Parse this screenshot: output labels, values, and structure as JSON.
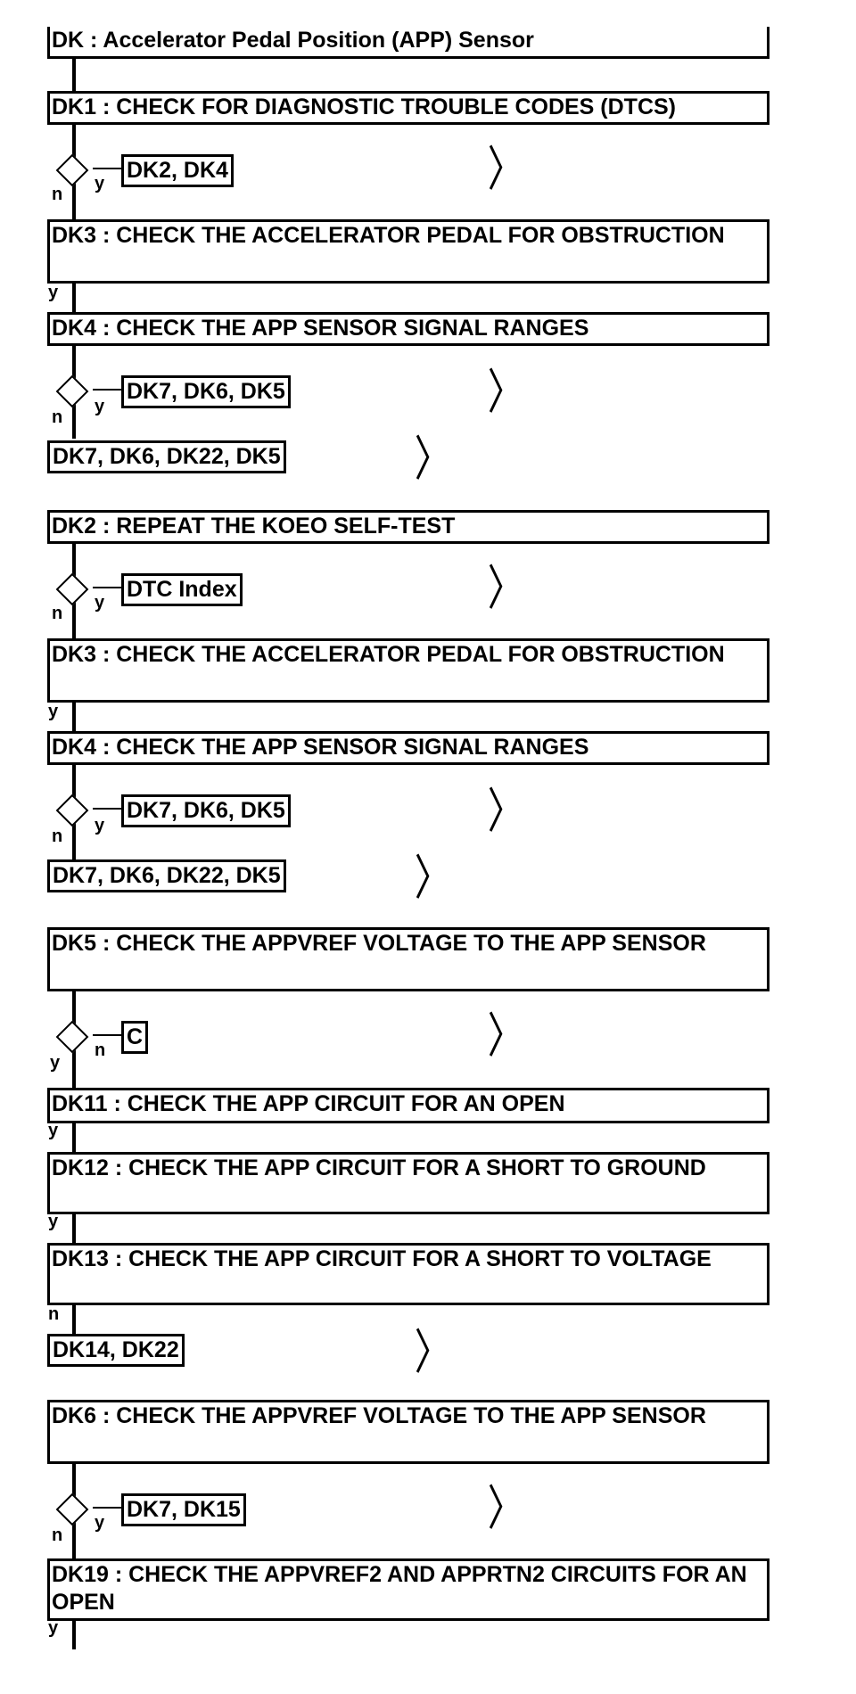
{
  "flowchart": {
    "title": "DK : Accelerator Pedal Position (APP) Sensor",
    "sections": [
      {
        "steps": [
          "DK1 : CHECK FOR DIAGNOSTIC TROUBLE CODES (DTCS)",
          "DK3 : CHECK THE ACCELERATOR PEDAL FOR OBSTRUCTION",
          "DK4 : CHECK THE APP SENSOR SIGNAL RANGES"
        ],
        "decisions": [
          {
            "branch": "y",
            "other": "n",
            "target": "DK2, DK4"
          },
          {
            "branch": "y",
            "other": "n",
            "target": "DK7, DK6, DK5"
          }
        ],
        "edge_labels": [
          "y"
        ],
        "final_target": "DK7, DK6, DK22, DK5"
      },
      {
        "steps": [
          "DK2 : REPEAT THE KOEO SELF-TEST",
          "DK3 : CHECK THE ACCELERATOR PEDAL FOR OBSTRUCTION",
          "DK4 : CHECK THE APP SENSOR SIGNAL RANGES"
        ],
        "decisions": [
          {
            "branch": "y",
            "other": "n",
            "target": "DTC Index"
          },
          {
            "branch": "y",
            "other": "n",
            "target": "DK7, DK6, DK5"
          }
        ],
        "edge_labels": [
          "y"
        ],
        "final_target": "DK7, DK6, DK22, DK5"
      },
      {
        "steps": [
          "DK5 : CHECK THE APPVREF VOLTAGE TO THE APP SENSOR",
          "DK11 : CHECK THE APP CIRCUIT FOR AN OPEN",
          "DK12 : CHECK THE APP CIRCUIT FOR A SHORT TO GROUND",
          "DK13 : CHECK THE APP CIRCUIT FOR A SHORT TO VOLTAGE"
        ],
        "decisions": [
          {
            "branch": "n",
            "other": "y",
            "target": "C"
          }
        ],
        "edge_labels": [
          "y",
          "y",
          "n"
        ],
        "final_target": "DK14, DK22"
      },
      {
        "steps": [
          "DK6 : CHECK THE APPVREF VOLTAGE TO THE APP SENSOR",
          "DK19 : CHECK THE APPVREF2 AND APPRTN2 CIRCUITS FOR AN OPEN"
        ],
        "decisions": [
          {
            "branch": "y",
            "other": "n",
            "target": "DK7, DK15"
          }
        ],
        "edge_labels": [
          "y"
        ]
      }
    ]
  }
}
